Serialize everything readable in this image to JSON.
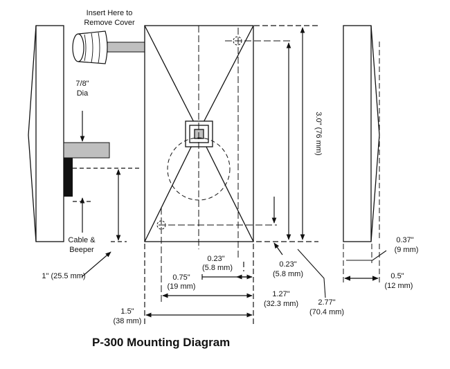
{
  "title": "P-300 Mounting Diagram",
  "labels": {
    "insert_line1": "Insert Here to",
    "insert_line2": "Remove Cover",
    "dia_line1": "7/8\"",
    "dia_line2": "Dia",
    "cable_line1": "Cable &",
    "cable_line2": "Beeper",
    "dim_1in": "1\" (25.5 mm)",
    "dim_023_left_in": "0.23\"",
    "dim_023_left_mm": "(5.8 mm)",
    "dim_075_in": "0.75\"",
    "dim_075_mm": "(19 mm)",
    "dim_15_in": "1.5\"",
    "dim_15_mm": "(38 mm)",
    "dim_023_right_in": "0.23\"",
    "dim_023_right_mm": "(5.8 mm)",
    "dim_127_in": "1.27\"",
    "dim_127_mm": "(32.3 mm)",
    "dim_277_in": "2.77\"",
    "dim_277_mm": "(70.4 mm)",
    "dim_30": "3.0\" (76 mm)",
    "dim_037_in": "0.37\"",
    "dim_037_mm": "(9 mm)",
    "dim_05_in": "0.5\"",
    "dim_05_mm": "(12 mm)"
  }
}
